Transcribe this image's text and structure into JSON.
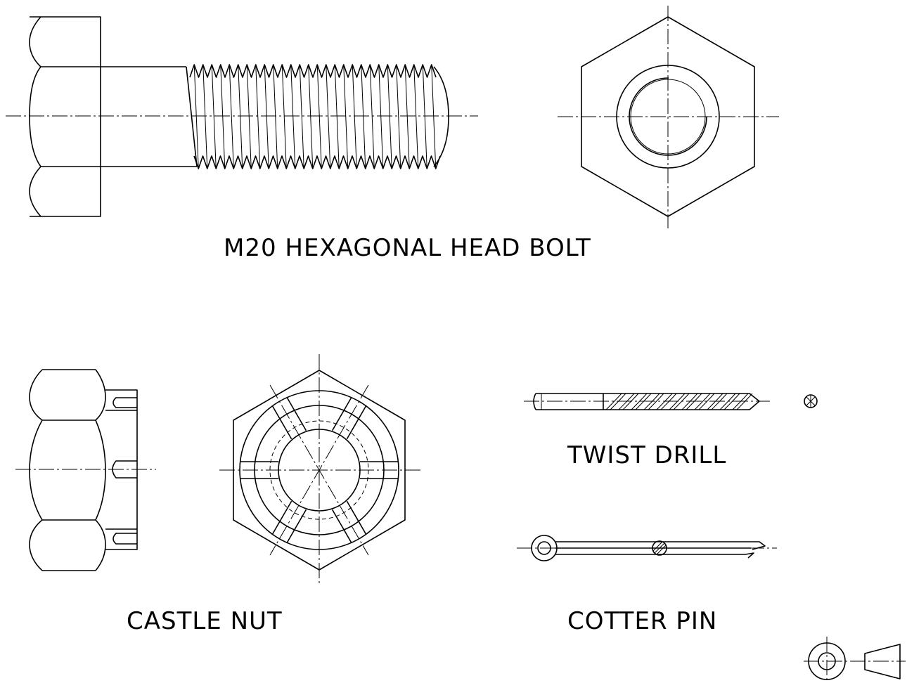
{
  "labels": {
    "bolt": "M20 HEXAGONAL HEAD BOLT",
    "castle_nut": "CASTLE NUT",
    "twist_drill": "TWIST DRILL",
    "cotter_pin": "COTTER PIN"
  },
  "colors": {
    "ink": "#000000",
    "paper": "#ffffff"
  }
}
